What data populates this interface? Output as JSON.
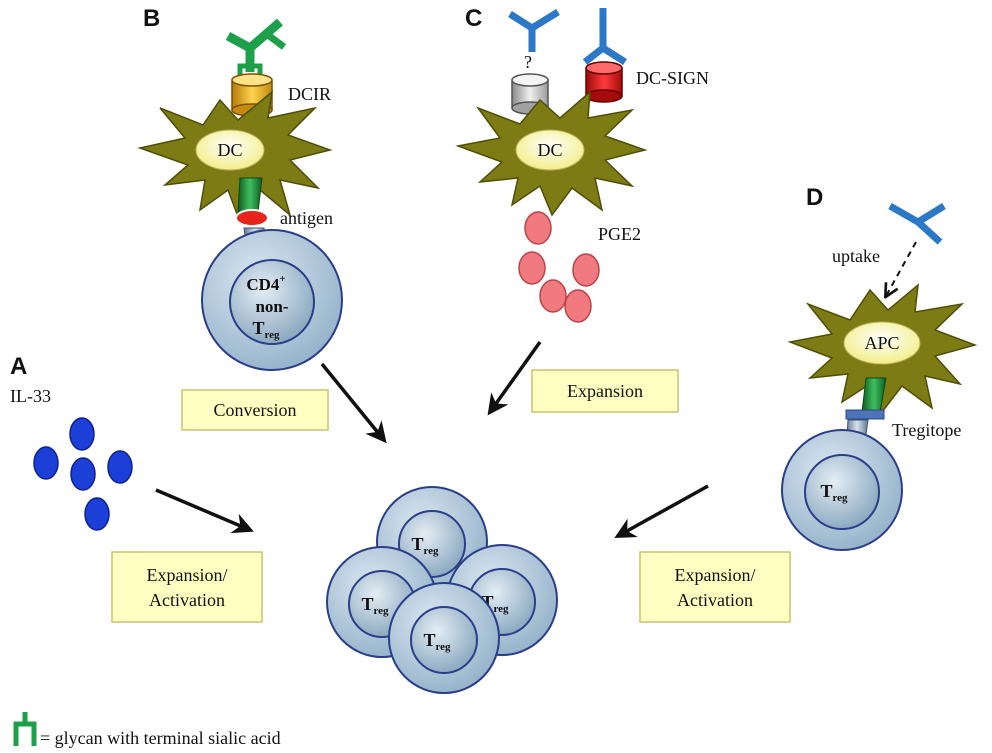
{
  "panels": {
    "a": "A",
    "b": "B",
    "c": "C",
    "d": "D"
  },
  "labels": {
    "il33": "IL-33",
    "dcir": "DCIR",
    "dc_sign": "DC-SIGN",
    "question": "?",
    "antigen": "antigen",
    "pge2": "PGE2",
    "uptake": "uptake",
    "tregitope": "Tregitope"
  },
  "cells": {
    "dc": "DC",
    "apc": "APC",
    "cd4": "CD4",
    "cd4_sup": "+",
    "non": "non-",
    "t": "T",
    "reg": "reg"
  },
  "boxes": {
    "conversion": "Conversion",
    "expansion": "Expansion",
    "expansion_activation_1": "Expansion/",
    "expansion_activation_2": "Activation"
  },
  "legend": {
    "text": "= glycan with terminal sialic acid"
  },
  "colors": {
    "dc_star": "#7d7b14",
    "dc_center": "#fdfbc0",
    "il33": "#1c3fd8",
    "pge2": "#f07a80",
    "antibody_green": "#1ea04a",
    "antibody_blue": "#2a78c6",
    "cell_outer": "#b3cbdf",
    "cell_inner": "#9fb8cc",
    "box_fill": "#ffffc2",
    "dcir_receptor": "#f0b020",
    "dcsign_receptor": "#e01818"
  }
}
